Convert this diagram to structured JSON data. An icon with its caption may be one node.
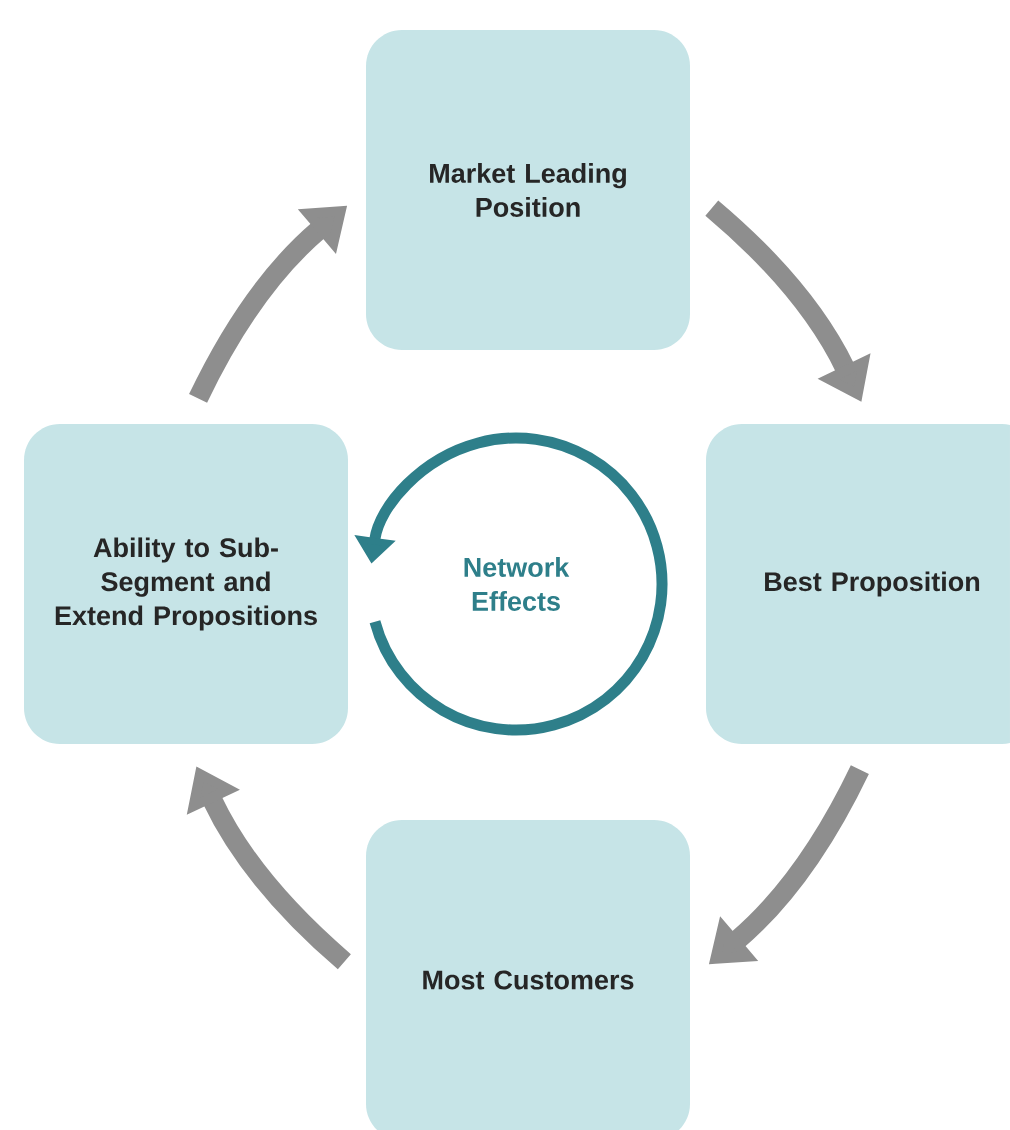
{
  "diagram": {
    "nodes": [
      {
        "text": [
          "Market Leading Position"
        ]
      },
      {
        "text": [
          "Best Proposition"
        ]
      },
      {
        "text": [
          "Most Customers"
        ]
      },
      {
        "text": [
          "Ability to Sub-Segment and Extend Propositions"
        ]
      },
      {
        "text": [
          "Network Effects"
        ]
      }
    ],
    "edges": [
      {
        "from": 0,
        "to": 1,
        "arrow": "to"
      },
      {
        "from": 1,
        "to": 2,
        "arrow": "to"
      },
      {
        "from": 2,
        "to": 3,
        "arrow": "to"
      },
      {
        "from": 3,
        "to": 0,
        "arrow": "to"
      }
    ]
  }
}
